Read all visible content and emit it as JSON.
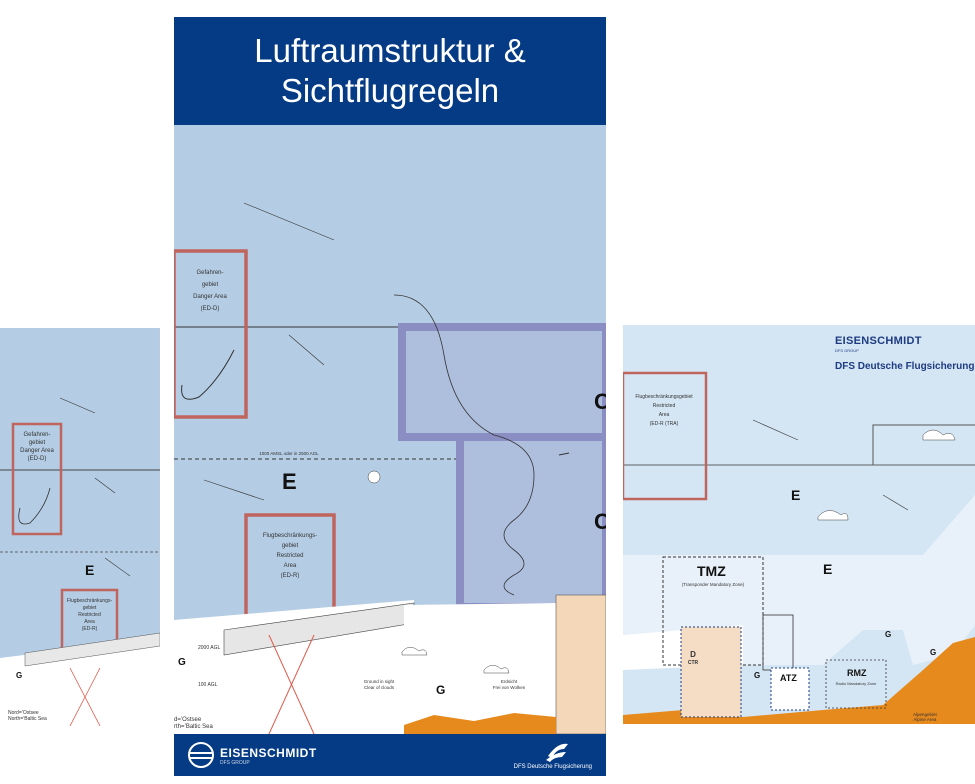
{
  "title": "Luftraumstruktur & Sichtflugregeln",
  "brand": {
    "publisher": "EISENSCHMIDT",
    "publisher_sub": "DFS GROUP",
    "dfs": "DFS Deutsche Flugsicherung",
    "dfs_small": "DFS Deutsche Flugsicherung"
  },
  "center": {
    "danger": [
      "Gefahren-",
      "gebiet",
      "Danger Area",
      "(ED-D)"
    ],
    "restricted": [
      "Flugbeschränkungs-",
      "gebiet",
      "Restricted",
      "Area",
      "(ED-R)"
    ],
    "airspace_E": "E",
    "airspace_C": "C",
    "airspace_G": "G",
    "altitude_line": "1000 AMSL oder in 2500 AGL",
    "agl_2000": "2000 AGL",
    "agl_100": "100 AGL",
    "bottom_left": [
      "d=’Ostsee",
      "rth=’Baltic Sea"
    ],
    "notes": [
      "Ground in sight",
      "Clear of clouds",
      "Erdsicht",
      "Frei von Wolken"
    ]
  },
  "left": {
    "danger": [
      "Gefahren-",
      "gebiet",
      "Danger Area",
      "(ED-D)"
    ],
    "restricted": [
      "Flugbeschränkungs-",
      "gebiet",
      "Restricted",
      "Area",
      "(ED-R)"
    ],
    "airspace_E": "E",
    "airspace_G": "G",
    "bottom_left": [
      "Nord=’Ostsee",
      "North=’Baltic Sea"
    ]
  },
  "right": {
    "restricted": [
      "Flugbeschränkungsgebiet",
      "Restricted",
      "Area",
      "(ED-R (TRA)"
    ],
    "airspace_E": "E",
    "TMZ": "TMZ",
    "TMZ_sub": "(Transponder Mandatory Zone)",
    "D_CTR": [
      "D",
      "CTR"
    ],
    "ATZ": "ATZ",
    "RMZ": "RMZ",
    "RMZ_sub": "Radio Mandatory Zone",
    "airspace_G": "G",
    "alpine": [
      "Alpengebiet",
      "Alpine Area"
    ]
  },
  "colors": {
    "title_bg": "#053b85",
    "sky": "#b4cde4",
    "restricted_border": "#c0645e",
    "ground": "#e78a1e"
  }
}
